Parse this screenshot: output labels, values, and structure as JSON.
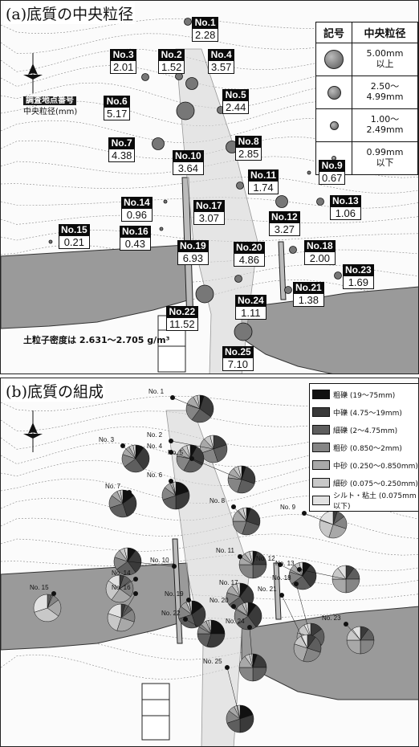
{
  "panel_a": {
    "title": "(a)底質の中央粒径",
    "legend": {
      "col_symbol": "記号",
      "col_size": "中央粒径",
      "rows": [
        {
          "label": "5.00mm\n以上",
          "dot": 22
        },
        {
          "label": "2.50～\n4.99mm",
          "dot": 15
        },
        {
          "label": "1.00～\n2.49mm",
          "dot": 9
        },
        {
          "label": "0.99mm\n以下",
          "dot": 4
        }
      ]
    },
    "key": {
      "station_label": "調査地点番号",
      "size_label": "中央粒径(mm)"
    },
    "density_note": "土粒子密度は 2.631～2.705 g/m³",
    "stations": [
      {
        "id": "No.1",
        "value": "2.28",
        "ref": 0
      },
      {
        "id": "No.2",
        "value": "1.52",
        "ref": 1
      },
      {
        "id": "No.3",
        "value": "2.01",
        "ref": 2
      },
      {
        "id": "No.4",
        "value": "3.57",
        "ref": 3
      },
      {
        "id": "No.5",
        "value": "2.44",
        "ref": 4
      },
      {
        "id": "No.6",
        "value": "5.17",
        "ref": 5
      },
      {
        "id": "No.7",
        "value": "4.38",
        "ref": 6
      },
      {
        "id": "No.8",
        "value": "2.85",
        "ref": 7
      },
      {
        "id": "No.9",
        "value": "0.67",
        "ref": 8
      },
      {
        "id": "No.10",
        "value": "3.64",
        "ref": 9
      },
      {
        "id": "No.11",
        "value": "1.74",
        "ref": 10
      },
      {
        "id": "No.12",
        "value": "3.27",
        "ref": 11
      },
      {
        "id": "No.13",
        "value": "1.06",
        "ref": 12
      },
      {
        "id": "No.14",
        "value": "0.96",
        "ref": 13
      },
      {
        "id": "No.15",
        "value": "0.21",
        "ref": 14
      },
      {
        "id": "No.16",
        "value": "0.43",
        "ref": 15
      },
      {
        "id": "No.17",
        "value": "3.07",
        "ref": 16
      },
      {
        "id": "No.18",
        "value": "2.00",
        "ref": 17
      },
      {
        "id": "No.19",
        "value": "6.93",
        "ref": 18
      },
      {
        "id": "No.20",
        "value": "4.86",
        "ref": 19
      },
      {
        "id": "No.21",
        "value": "1.38",
        "ref": 20
      },
      {
        "id": "No.22",
        "value": "11.52",
        "ref": 21
      },
      {
        "id": "No.23",
        "value": "1.69",
        "ref": 22
      },
      {
        "id": "No.24",
        "value": "1.11",
        "ref": 23
      },
      {
        "id": "No.25",
        "value": "7.10",
        "ref": 24
      }
    ]
  },
  "panel_b": {
    "title": "(b)底質の組成",
    "legend": [
      {
        "label": "粗礫 (19～75mm)",
        "color": "#111111"
      },
      {
        "label": "中礫 (4.75～19mm)",
        "color": "#3a3a3a"
      },
      {
        "label": "細礫 (2～4.75mm)",
        "color": "#5e5e5e"
      },
      {
        "label": "粗砂 (0.850～2mm)",
        "color": "#858585"
      },
      {
        "label": "中砂 (0.250～0.850mm)",
        "color": "#a8a8a8"
      },
      {
        "label": "細砂 (0.075～0.250mm)",
        "color": "#c8c8c8"
      },
      {
        "label": "シルト・粘土 (0.075mm以下)",
        "color": "#e2e2e2"
      }
    ],
    "stations": [
      "No. 1",
      "No. 2",
      "No. 3",
      "No. 4",
      "No. 5",
      "No. 6",
      "No. 7",
      "No. 8",
      "No. 9",
      "No. 10",
      "No. 11",
      "No. 12",
      "No. 13",
      "No. 14",
      "No. 15",
      "No. 16",
      "No. 17",
      "No. 18",
      "No. 19",
      "No. 20",
      "No. 21",
      "No. 22",
      "No. 23",
      "No. 24",
      "No. 25"
    ],
    "compositions": [
      [
        5,
        30,
        25,
        20,
        12,
        5,
        3
      ],
      [
        0,
        20,
        25,
        25,
        18,
        8,
        4
      ],
      [
        10,
        30,
        25,
        15,
        12,
        5,
        3
      ],
      [
        8,
        25,
        25,
        20,
        12,
        6,
        4
      ],
      [
        5,
        25,
        25,
        22,
        13,
        6,
        4
      ],
      [
        20,
        30,
        20,
        15,
        8,
        4,
        3
      ],
      [
        15,
        30,
        25,
        15,
        8,
        4,
        3
      ],
      [
        5,
        25,
        25,
        20,
        15,
        6,
        4
      ],
      [
        0,
        5,
        10,
        15,
        25,
        25,
        20
      ],
      [
        10,
        30,
        25,
        15,
        10,
        6,
        4
      ],
      [
        5,
        20,
        25,
        25,
        15,
        6,
        4
      ],
      [
        10,
        30,
        25,
        15,
        10,
        6,
        4
      ],
      [
        0,
        10,
        15,
        25,
        25,
        15,
        10
      ],
      [
        0,
        5,
        10,
        20,
        25,
        25,
        15
      ],
      [
        0,
        0,
        5,
        10,
        20,
        35,
        30
      ],
      [
        0,
        5,
        10,
        15,
        25,
        25,
        20
      ],
      [
        10,
        30,
        25,
        15,
        10,
        6,
        4
      ],
      [
        0,
        15,
        20,
        25,
        20,
        12,
        8
      ],
      [
        15,
        30,
        25,
        15,
        8,
        4,
        3
      ],
      [
        10,
        30,
        25,
        18,
        10,
        4,
        3
      ],
      [
        0,
        10,
        20,
        25,
        25,
        12,
        8
      ],
      [
        25,
        30,
        20,
        12,
        7,
        3,
        3
      ],
      [
        0,
        10,
        15,
        25,
        25,
        15,
        10
      ],
      [
        5,
        20,
        25,
        25,
        15,
        6,
        4
      ],
      [
        20,
        30,
        20,
        15,
        8,
        4,
        3
      ]
    ]
  }
}
